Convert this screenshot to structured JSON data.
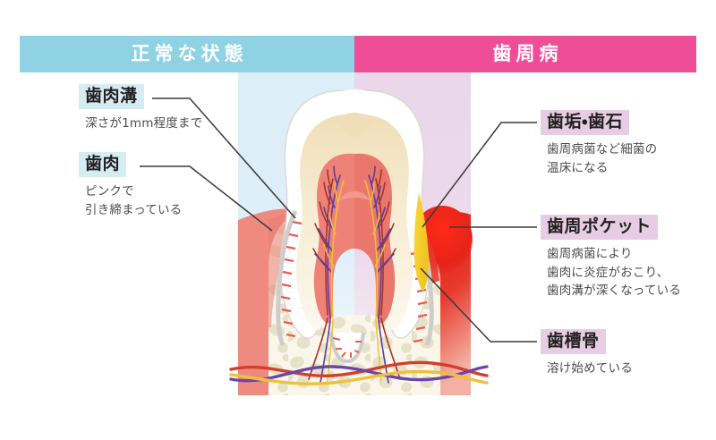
{
  "figure": {
    "subject": "periodontal-disease-comparison-diagram",
    "headers": [
      {
        "id": "normal",
        "label": "正常な状態",
        "color": "#8ed2e3"
      },
      {
        "id": "disease",
        "label": "歯周病",
        "color": "#ee4e96"
      }
    ]
  },
  "labels": {
    "sulcus": {
      "title": "歯肉溝",
      "desc": "深さが1mm程度まで",
      "highlight": "#d6ecf3"
    },
    "gum": {
      "title": "歯肉",
      "desc": "ピンクで\n引き締まっている",
      "highlight": "#d6ecf3"
    },
    "plaque": {
      "title": "歯垢・歯石",
      "desc": "歯周病菌など細菌の\n温床になる",
      "highlight": "#e7cde3"
    },
    "pocket": {
      "title": "歯周ポケット",
      "desc": "歯周病菌により\n歯肉に炎症がおこり、\n歯肉溝が深くなっている",
      "highlight": "#e7cde3"
    },
    "bone": {
      "title": "歯槽骨",
      "desc": "溶け始めている",
      "highlight": "#e7cde3"
    }
  },
  "colors": {
    "header_blue": "#8ed2e3",
    "header_pink": "#ee4e96",
    "panel_blue": "#dceef8",
    "panel_pink": "#ead7ea",
    "enamel": "#ffffff",
    "dentin": "#f3e4c4",
    "pulp": "#ee8277",
    "gum_healthy": "#ef8a80",
    "gum_inflamed": "#e8241d",
    "bone": "#faf7ea",
    "trabecula": "#e4e1c8",
    "plaque_yellow": "#f5ce2a",
    "artery": "#d1402d",
    "vein": "#6b45a8",
    "nerve": "#f0c03a",
    "leader_line": "#3a3a3a"
  }
}
